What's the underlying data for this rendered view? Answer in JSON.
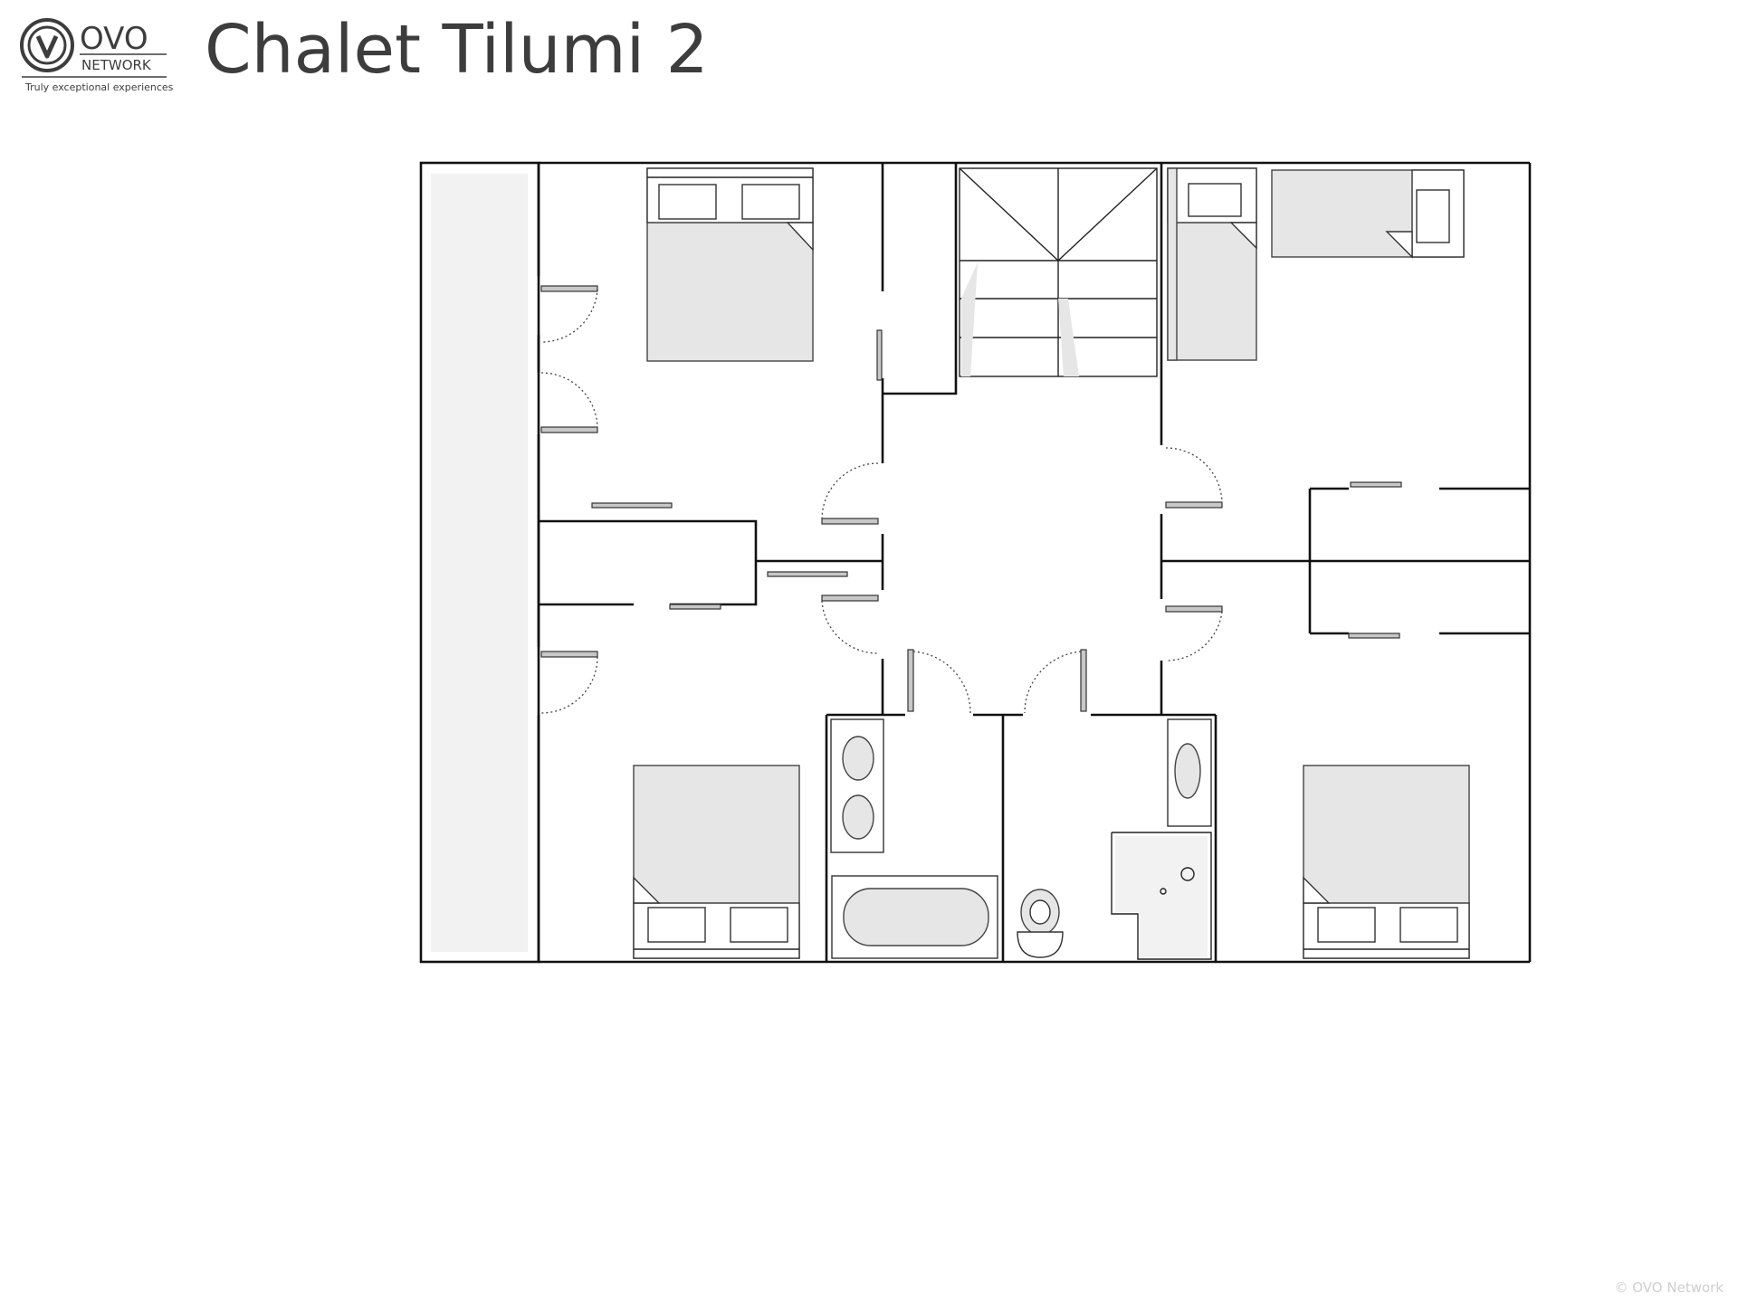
{
  "header": {
    "title": "Chalet Tilumi 2",
    "logo": {
      "brand_top": "OVO",
      "brand_bottom": "NETWORK",
      "tagline": "Truly exceptional experiences",
      "icon": "ovo-v-circle-icon"
    }
  },
  "footer": {
    "copyright": "© OVO Network"
  },
  "colors": {
    "title": "#3d3d3d",
    "wall": "#111111",
    "furniture_fill": "#e6e6e6",
    "balcony_fill": "#f2f2f2",
    "copyright": "#cfcfcf"
  }
}
